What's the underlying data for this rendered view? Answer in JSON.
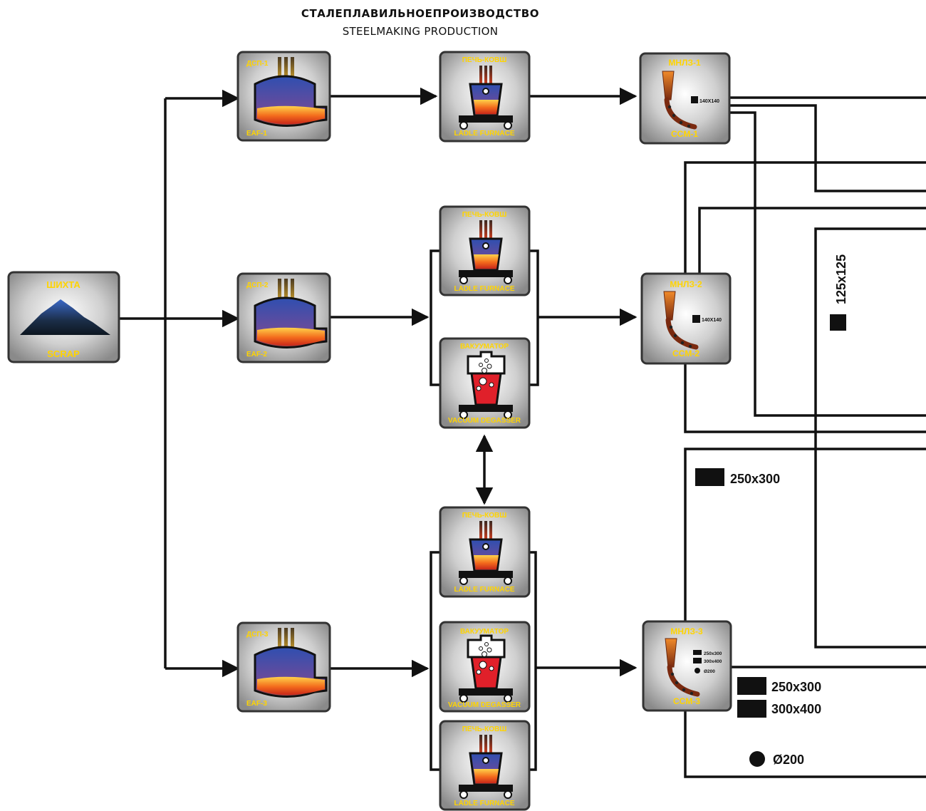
{
  "header": {
    "title_ru": "СТАЛЕПЛАВИЛЬНОЕПРОИЗВОДСТВО",
    "title_en": "STEELMAKING PRODUCTION"
  },
  "nodes": {
    "scrap": {
      "top": "ШИХТА",
      "bottom": "SCRAP"
    },
    "eaf1": {
      "top": "ДСП-1",
      "bottom": "EAF-1"
    },
    "eaf2": {
      "top": "ДСП-2",
      "bottom": "EAF-2"
    },
    "eaf3": {
      "top": "ДСП-3",
      "bottom": "EAF-3"
    },
    "lf1": {
      "top": "ПЕЧЬ-КОВШ",
      "bottom": "LADLE FURNACE"
    },
    "lf2": {
      "top": "ПЕЧЬ-КОВШ",
      "bottom": "LADLE FURNACE"
    },
    "vd2": {
      "top": "ВАКУУМАТОР",
      "bottom": "VACUUM DEGASSER"
    },
    "lf3a": {
      "top": "ПЕЧЬ-КОВШ",
      "bottom": "LADLE FURNACE"
    },
    "vd3": {
      "top": "ВАКУУМАТОР",
      "bottom": "VACUUM DEGASSER"
    },
    "lf3b": {
      "top": "ПЕЧЬ-КОВШ",
      "bottom": "LADLE FURNACE"
    },
    "ccm1": {
      "top": "МНЛЗ-1",
      "bottom": "CCM-1",
      "sizes": [
        "140X140"
      ]
    },
    "ccm2": {
      "top": "МНЛЗ-2",
      "bottom": "CCM-2",
      "sizes": [
        "140X140"
      ]
    },
    "ccm3": {
      "top": "МНЛЗ-3",
      "bottom": "CCM-3",
      "sizes": [
        "250x300",
        "300x400",
        "Ø200"
      ]
    }
  },
  "products": {
    "p125": "125x125",
    "p250_mid": "250x300",
    "p250": "250x300",
    "p300": "300x400",
    "p200": "Ø200"
  },
  "colors": {
    "label_yellow": "#ffd400",
    "line": "#111111",
    "tile_border": "#333333",
    "steel_orange": "#f07a1a",
    "vessel_blue": "#3a57b5",
    "vacuum_red": "#e0202a"
  }
}
